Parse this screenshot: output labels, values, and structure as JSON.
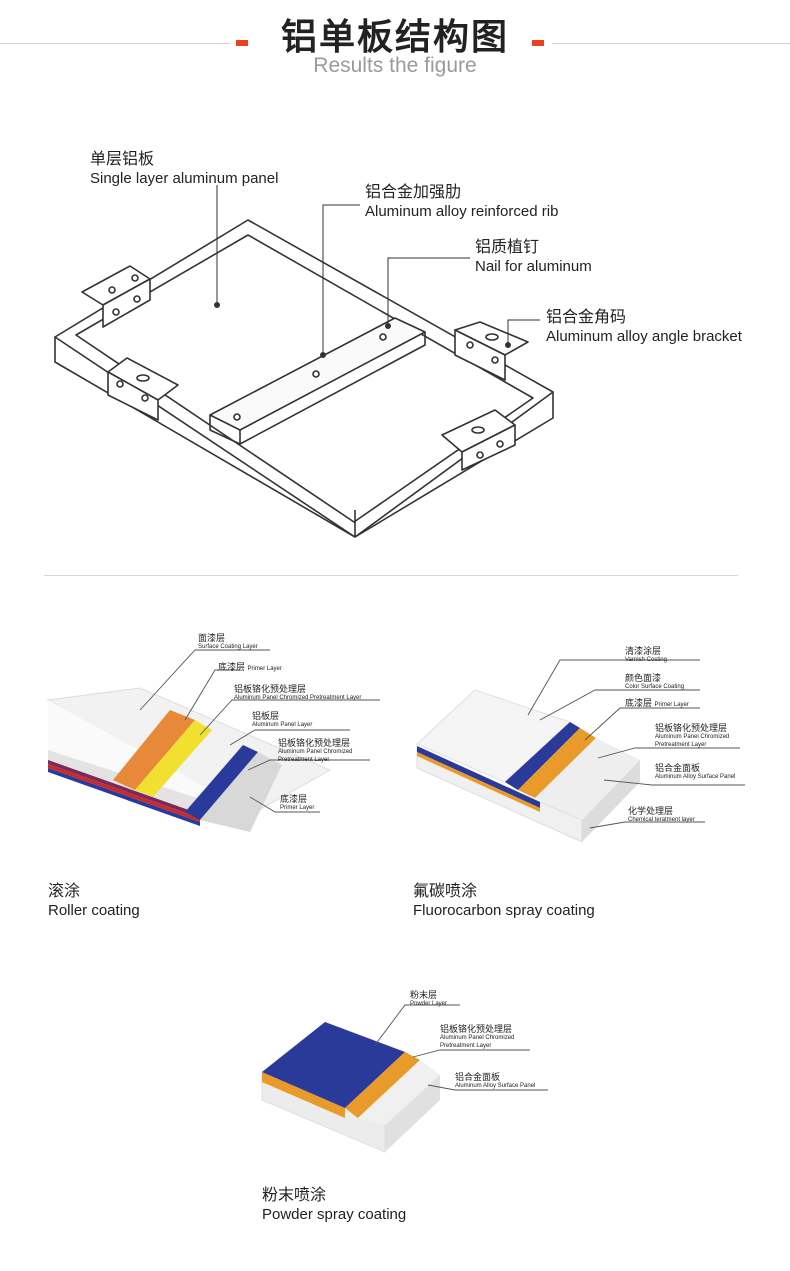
{
  "header": {
    "title": "铝单板结构图",
    "subtitle": "Results the figure",
    "accent_color": "#e8421f"
  },
  "structure_diagram": {
    "labels": [
      {
        "zh": "单层铝板",
        "en": "Single layer aluminum panel"
      },
      {
        "zh": "铝合金加强肋",
        "en": "Aluminum alloy reinforced rib"
      },
      {
        "zh": "铝质植钉",
        "en": "Nail for aluminum"
      },
      {
        "zh": "铝合金角码",
        "en": "Aluminum alloy angle bracket"
      }
    ]
  },
  "coatings": {
    "roller": {
      "caption_zh": "滚涂",
      "caption_en": "Roller coating",
      "layers": [
        {
          "zh": "面漆层",
          "en": "Surface Coating Layer"
        },
        {
          "zh": "底漆层",
          "en": "Primer Layer"
        },
        {
          "zh": "铝板铬化预处理层",
          "en": "Aluminum Panel Chromized Pretreatment Layer"
        },
        {
          "zh": "铝板层",
          "en": "Aluminum Panel Layer"
        },
        {
          "zh": "铝板铬化预处理层",
          "en": "Aluminum Panel Chromized",
          "en2": "Pretreatment Layer"
        },
        {
          "zh": "底漆层",
          "en": "Primer Layer"
        }
      ],
      "colors": {
        "surface": "#f2f2f2",
        "orange": "#e8893a",
        "yellow": "#f2e030",
        "blue": "#2a3a9a",
        "grey": "#d8d8d8"
      }
    },
    "fluorocarbon": {
      "caption_zh": "氟碳喷涂",
      "caption_en": "Fluorocarbon spray coating",
      "layers": [
        {
          "zh": "清漆涂层",
          "en": "Varnish Costing"
        },
        {
          "zh": "颜色面漆",
          "en": "Color Surface Coating"
        },
        {
          "zh": "底漆层",
          "en": "Primer Layer"
        },
        {
          "zh": "铝板铬化预处理层",
          "en": "Aluminum Panel Chromized",
          "en2": "Pretreatment Layer"
        },
        {
          "zh": "铝合金面板",
          "en": "Aluminum Alloy Surface Panel"
        },
        {
          "zh": "化学处理层",
          "en": "Chemical teratment layer"
        }
      ],
      "colors": {
        "surface": "#f2f2f2",
        "blue": "#2a3a9a",
        "orange": "#e89a2a",
        "grey": "#e2e2e2"
      }
    },
    "powder": {
      "caption_zh": "粉末喷涂",
      "caption_en": "Powder spray coating",
      "layers": [
        {
          "zh": "粉末层",
          "en": "Powder Layer"
        },
        {
          "zh": "铝板铬化预处理层",
          "en": "Aluminum Panel Chromized",
          "en2": "Pretreatment Layer"
        },
        {
          "zh": "铝合金面板",
          "en": "Aluminum Alloy Surface Panel"
        }
      ],
      "colors": {
        "blue": "#2a3a9a",
        "orange": "#e89a2a",
        "grey": "#ececec"
      }
    }
  }
}
